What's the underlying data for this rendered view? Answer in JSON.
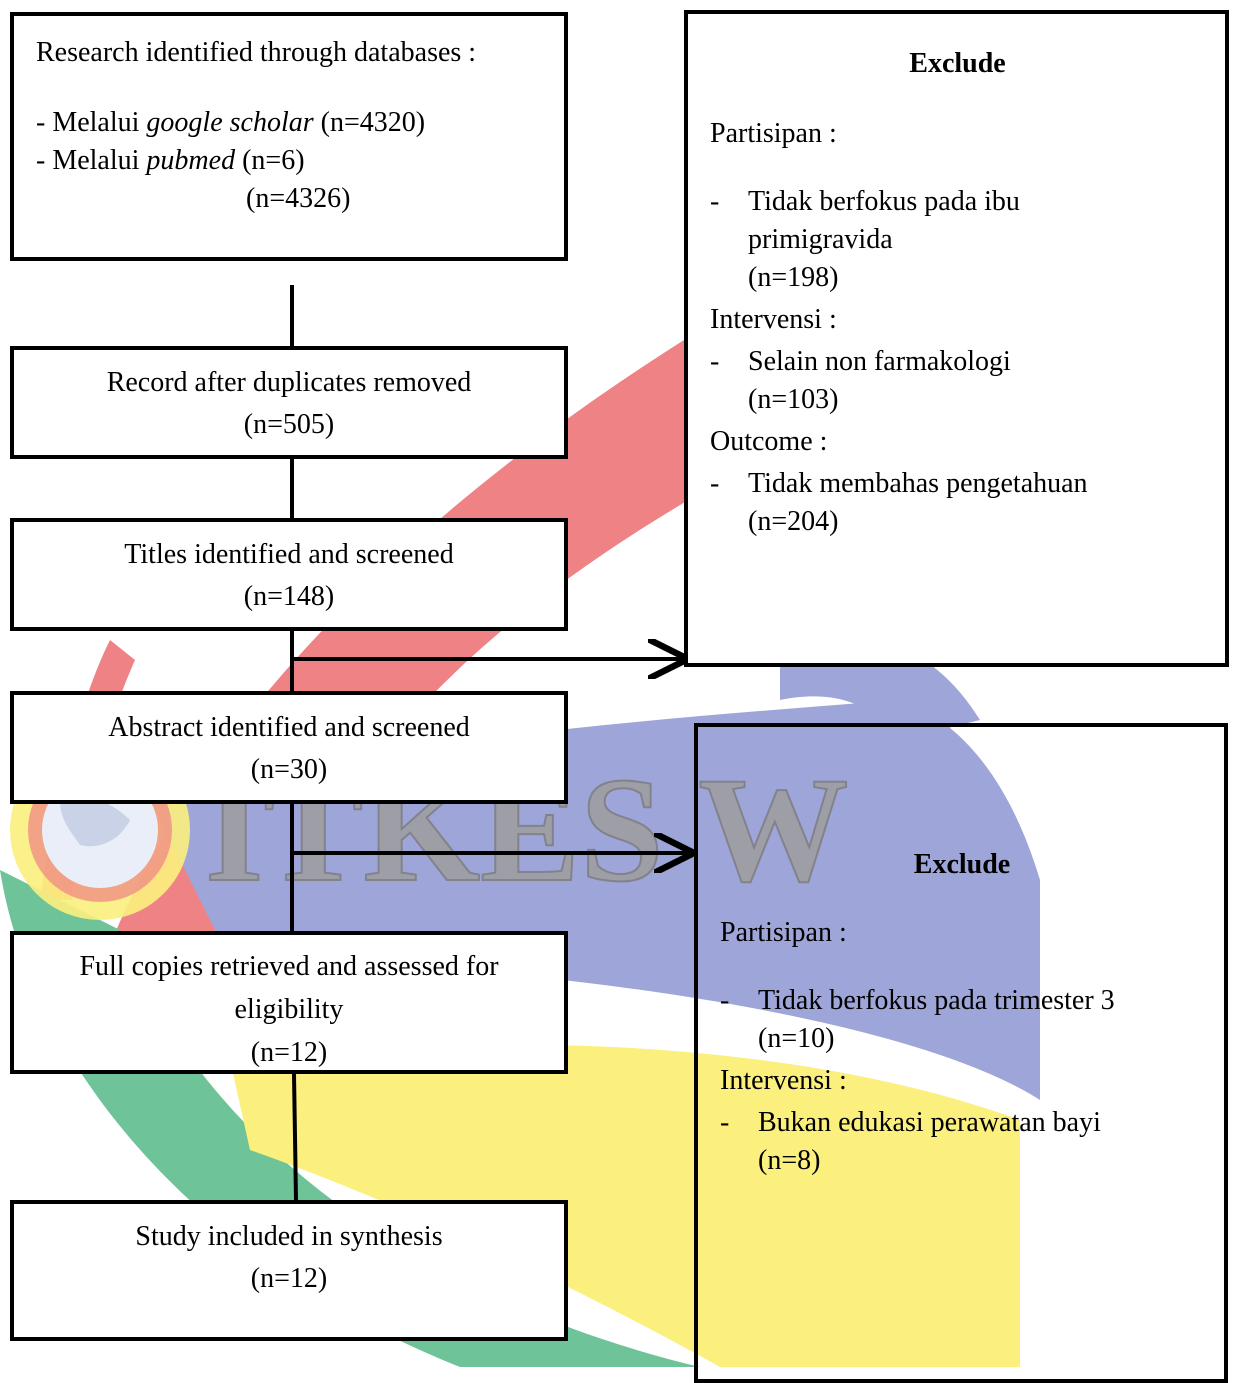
{
  "watermark": {
    "text": "ITKES W",
    "colors": {
      "red": "#ee8285",
      "green": "#6ec498",
      "blue": "#9ea5d8",
      "yellow": "#fbef7e"
    }
  },
  "source": {
    "heading": "Research identified through databases :",
    "items": [
      {
        "prefix": "- Melalui ",
        "source": "google scholar",
        "count": " (n=4320)"
      },
      {
        "prefix": "- Melalui ",
        "source": "pubmed",
        "count": " (n=6)"
      }
    ],
    "total": "(n=4326)"
  },
  "steps": {
    "duplicates": {
      "label": "Record after duplicates removed",
      "count": "(n=505)"
    },
    "titles": {
      "label": "Titles identified and screened",
      "count": "(n=148)"
    },
    "abstract": {
      "label": "Abstract identified and screened",
      "count": "(n=30)"
    },
    "fulltext": {
      "label_line1": "Full copies retrieved and assessed for",
      "label_line2": "eligibility",
      "count": "(n=12)"
    },
    "included": {
      "label": "Study included in synthesis",
      "count": "(n=12)"
    }
  },
  "exclude_first": {
    "title": "Exclude",
    "participant_label": "Partisipan  :",
    "participant_item_line1": "Tidak berfokus pada ibu",
    "participant_item_line2": "primigravida",
    "participant_count": "(n=198)",
    "intervention_label": "Intervensi :",
    "intervention_item": "Selain non farmakologi",
    "intervention_count": "(n=103)",
    "outcome_label": "Outcome :",
    "outcome_item": "Tidak membahas pengetahuan",
    "outcome_count": "(n=204)"
  },
  "exclude_second": {
    "title": "Exclude",
    "participant_label": "Partisipan  :",
    "participant_item": "Tidak berfokus pada trimester 3",
    "participant_count": "(n=10)",
    "intervention_label": "Intervensi :",
    "intervention_item": "Bukan edukasi perawatan bayi",
    "intervention_count": "(n=8)"
  }
}
